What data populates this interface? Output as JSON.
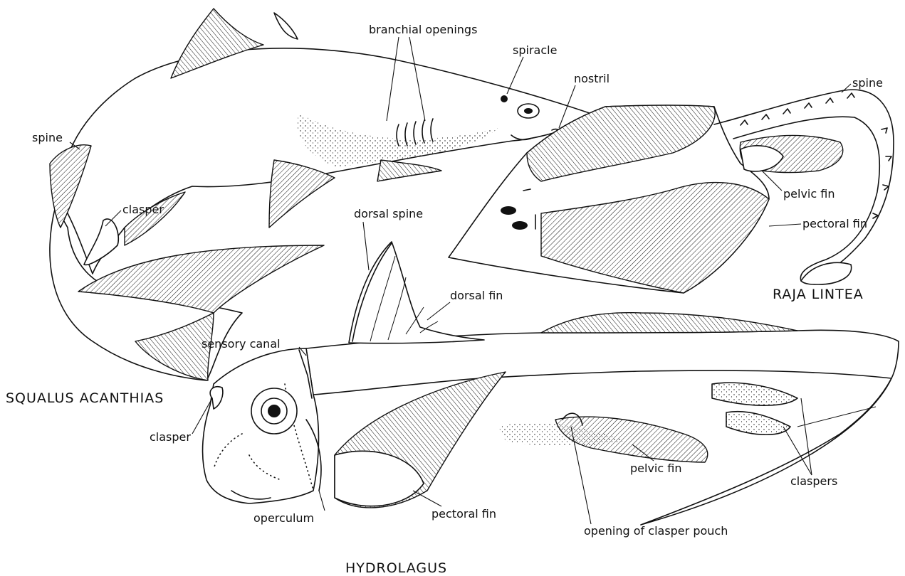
{
  "species": {
    "squalus": "SQUALUS  ACANTHIAS",
    "raja": "RAJA  LINTEA",
    "hydrolagus": "HYDROLAGUS"
  },
  "labels": {
    "branchial_openings": "branchial openings",
    "spiracle": "spiracle",
    "nostril": "nostril",
    "spine_squalus": "spine",
    "clasper_squalus": "clasper",
    "spine_raja": "spine",
    "pelvic_fin_raja": "pelvic fin",
    "pectoral_fin_raja": "pectoral fin",
    "dorsal_spine": "dorsal spine",
    "dorsal_fin": "dorsal fin",
    "sensory_canal": "sensory canal",
    "clasper_hydrolagus": "clasper",
    "operculum": "operculum",
    "pectoral_fin_hydrolagus": "pectoral fin",
    "pelvic_fin_hydrolagus": "pelvic fin",
    "claspers": "claspers",
    "opening_of_clasper_pouch": "opening of clasper pouch"
  }
}
